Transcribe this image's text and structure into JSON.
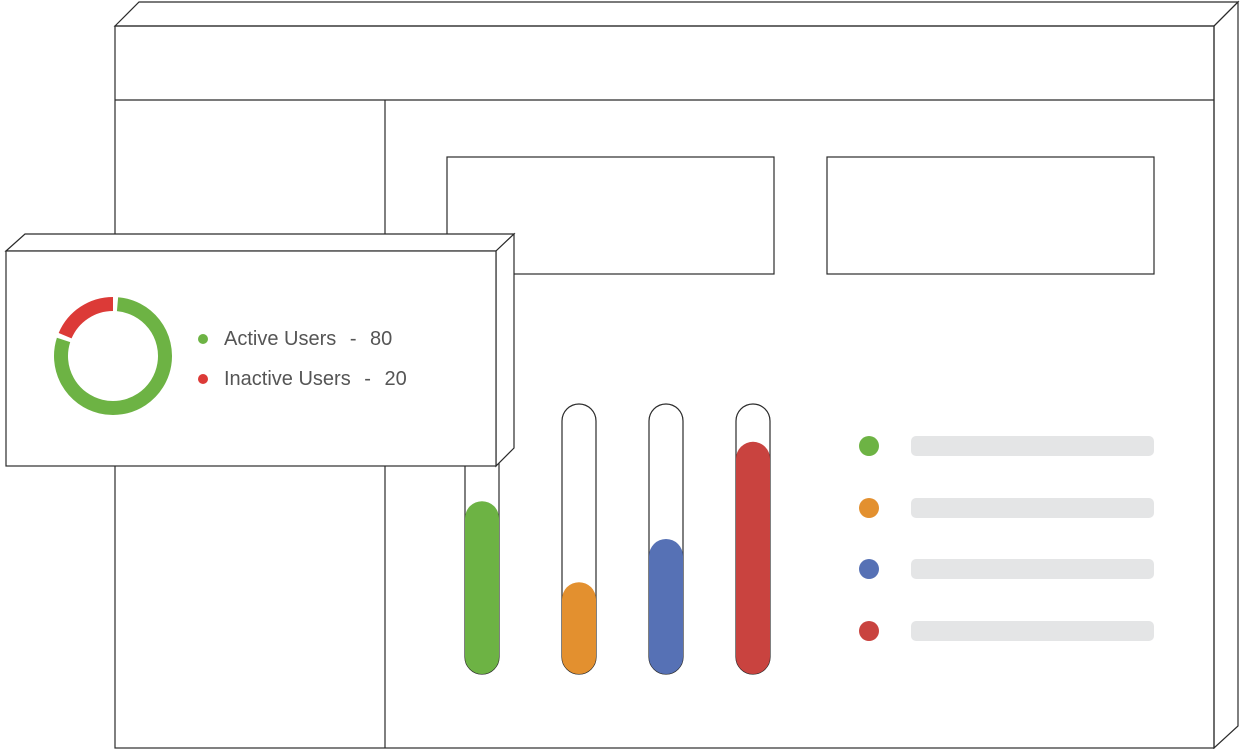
{
  "popup": {
    "users": [
      {
        "label": "Active Users",
        "separator": "-",
        "value": 80,
        "color": "#6db344"
      },
      {
        "label": "Inactive Users",
        "separator": "-",
        "value": 20,
        "color": "#dc3a37"
      }
    ]
  },
  "chart_data": {
    "type": "bar",
    "values": [
      0.64,
      0.34,
      0.5,
      0.86
    ],
    "colors": [
      "#6db344",
      "#e3902f",
      "#5671b5",
      "#c9433f"
    ],
    "ylim": [
      0,
      1
    ]
  },
  "legend": {
    "items": [
      {
        "color": "#6db344"
      },
      {
        "color": "#e3902f"
      },
      {
        "color": "#5671b5"
      },
      {
        "color": "#c9433f"
      }
    ],
    "placeholder_color": "#e4e5e6"
  }
}
